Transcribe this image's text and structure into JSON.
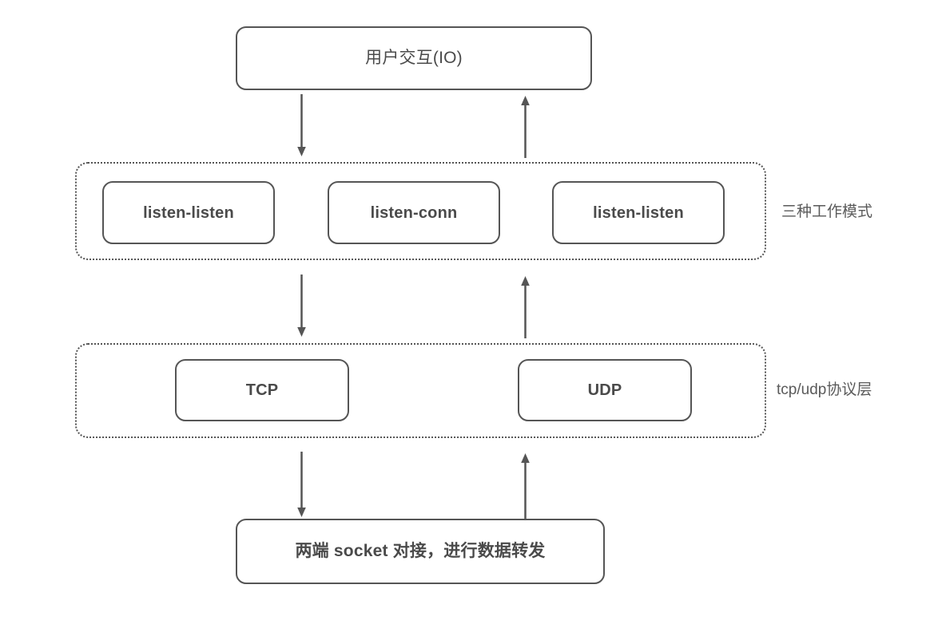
{
  "diagram": {
    "title_box": {
      "label": "用户交互(IO)",
      "name": "user-io-box"
    },
    "modes_group": {
      "side_label": "三种工作模式",
      "boxes": [
        {
          "label": "listen-listen"
        },
        {
          "label": "listen-conn"
        },
        {
          "label": "listen-listen"
        }
      ]
    },
    "protocol_group": {
      "side_label": "tcp/udp协议层",
      "boxes": [
        {
          "label": "TCP"
        },
        {
          "label": "UDP"
        }
      ]
    },
    "bottom_box": {
      "label": "两端 socket 对接，进行数据转发"
    },
    "arrows": [
      {
        "direction": "down",
        "from": "用户交互(IO)",
        "to": "三种工作模式"
      },
      {
        "direction": "up",
        "from": "三种工作模式",
        "to": "用户交互(IO)"
      },
      {
        "direction": "down",
        "from": "三种工作模式",
        "to": "tcp/udp协议层"
      },
      {
        "direction": "up",
        "from": "tcp/udp协议层",
        "to": "三种工作模式"
      },
      {
        "direction": "down",
        "from": "tcp/udp协议层",
        "to": "两端 socket 对接，进行数据转发"
      },
      {
        "direction": "up",
        "from": "两端 socket 对接，进行数据转发",
        "to": "tcp/udp协议层"
      }
    ],
    "colors": {
      "stroke": "#555555",
      "text": "#4a4a4a",
      "background": "#ffffff",
      "side_label_text": "#5a5a5a"
    }
  }
}
